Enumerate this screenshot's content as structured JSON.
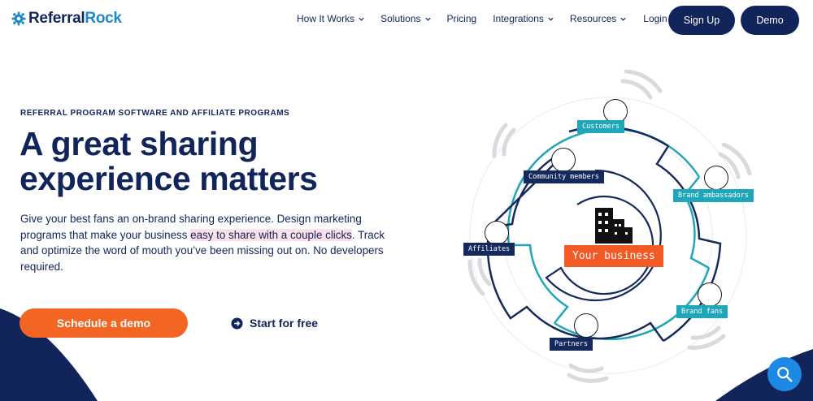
{
  "brand": {
    "name_part1": "Referral",
    "name_part2": "Rock",
    "accent_color": "#1e88c8",
    "navy": "#12255a",
    "orange": "#f26522"
  },
  "nav": {
    "items": [
      {
        "label": "How It Works",
        "has_dropdown": true
      },
      {
        "label": "Solutions",
        "has_dropdown": true
      },
      {
        "label": "Pricing",
        "has_dropdown": false
      },
      {
        "label": "Integrations",
        "has_dropdown": true
      },
      {
        "label": "Resources",
        "has_dropdown": true
      },
      {
        "label": "Login",
        "has_dropdown": false
      }
    ],
    "signup_label": "Sign Up",
    "demo_label": "Demo"
  },
  "hero": {
    "eyebrow": "REFERRAL PROGRAM SOFTWARE AND AFFILIATE PROGRAMS",
    "headline_line1": "A great sharing",
    "headline_line2": "experience matters",
    "lead_part1": "Give your best fans an on-brand sharing experience. Design marketing programs that make your business ",
    "lead_highlight": "easy to share with a couple clicks",
    "lead_part2": ". Track and optimize the word of mouth you’ve been missing out on. No developers required.",
    "cta_primary": "Schedule a demo",
    "cta_secondary": "Start for free"
  },
  "diagram": {
    "center_label": "Your business",
    "nodes": {
      "customers": "Customers",
      "community": "Community members",
      "ambassadors": "Brand ambassadors",
      "affiliates": "Affiliates",
      "fans": "Brand fans",
      "partners": "Partners"
    }
  },
  "widgets": {
    "chat_icon": "search-chat-icon"
  }
}
